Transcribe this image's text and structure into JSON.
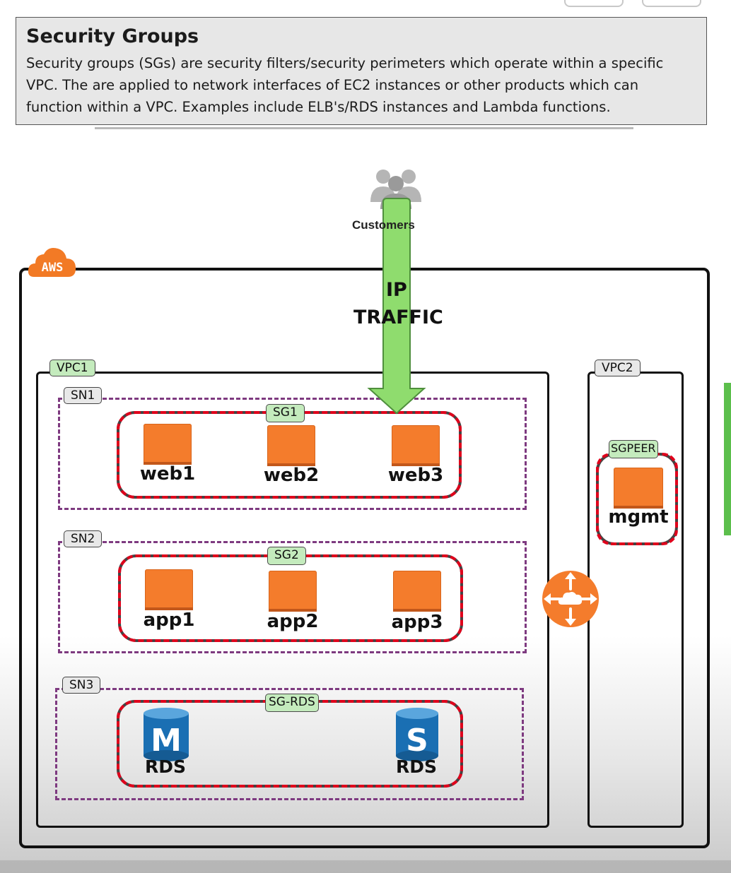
{
  "info": {
    "title": "Security Groups",
    "body": "Security groups (SGs) are security filters/security perimeters which operate within a specific VPC. The are applied to network interfaces of EC2 instances or other products which can function within a VPC. Examples include ELB's/RDS instances and Lambda functions."
  },
  "diagram": {
    "customers_label": "Customers",
    "traffic_line1": "IP",
    "traffic_line2": "TRAFFIC",
    "aws_label": "AWS",
    "vpc1_label": "VPC1",
    "vpc2_label": "VPC2",
    "subnets": [
      {
        "label": "SN1",
        "sg_label": "SG1",
        "servers": [
          "web1",
          "web2",
          "web3"
        ]
      },
      {
        "label": "SN2",
        "sg_label": "SG2",
        "servers": [
          "app1",
          "app2",
          "app3"
        ]
      },
      {
        "label": "SN3",
        "sg_label": "SG-RDS",
        "databases": [
          {
            "letter": "M",
            "label": "RDS"
          },
          {
            "letter": "S",
            "label": "RDS"
          }
        ]
      }
    ],
    "vpc2_sg": {
      "label": "SGPEER",
      "server": "mgmt"
    },
    "colors": {
      "sg_border": "#e0001b",
      "subnet_border": "#7e3a80",
      "server": "#f47c2c",
      "arrow": "#8fdc6e",
      "tag_green": "#c4ebbd",
      "rds_blue": "#1a6fb3",
      "router": "#f47c2c"
    },
    "icons": [
      "customers-icon",
      "aws-cloud-icon",
      "ec2-instance-icon",
      "rds-master-icon",
      "rds-standby-icon",
      "vpc-peering-router-icon"
    ]
  }
}
